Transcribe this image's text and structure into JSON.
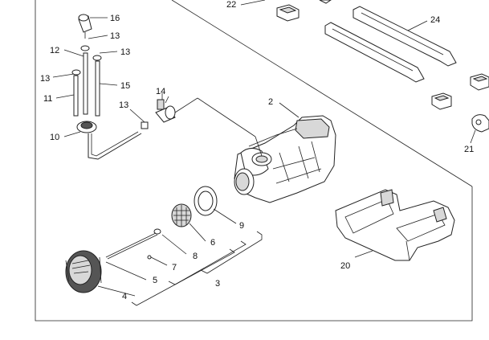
{
  "callouts": {
    "c2": "2",
    "c3": "3",
    "c4": "4",
    "c5": "5",
    "c6": "6",
    "c7": "7",
    "c8": "8",
    "c9": "9",
    "c10": "10",
    "c11": "11",
    "c12": "12",
    "c13a": "13",
    "c13b": "13",
    "c13c": "13",
    "c13d": "13",
    "c14": "14",
    "c15": "15",
    "c16": "16",
    "c20": "20",
    "c21": "21",
    "c22": "22",
    "c24": "24"
  }
}
